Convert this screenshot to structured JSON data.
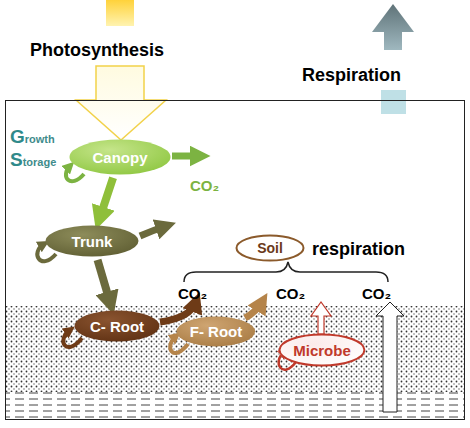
{
  "diagram": {
    "nodes": [
      {
        "text": [
          "Canopy"
        ]
      },
      {
        "text": [
          "Trunk"
        ]
      },
      {
        "text": [
          "Soil"
        ]
      },
      {
        "text": [
          "C- Root"
        ]
      },
      {
        "text": [
          "F- Root"
        ]
      },
      {
        "text": [
          "Microbe"
        ]
      }
    ],
    "edges": [
      {
        "from": 0,
        "to": 1,
        "arrow": "to"
      },
      {
        "from": 1,
        "to": 3,
        "arrow": "to"
      }
    ],
    "labels": [
      "Photosynthesis",
      "Respiration",
      "Growth",
      "Storage",
      "CO₂",
      "respiration",
      "CO₂",
      "CO₂",
      "CO₂"
    ]
  }
}
